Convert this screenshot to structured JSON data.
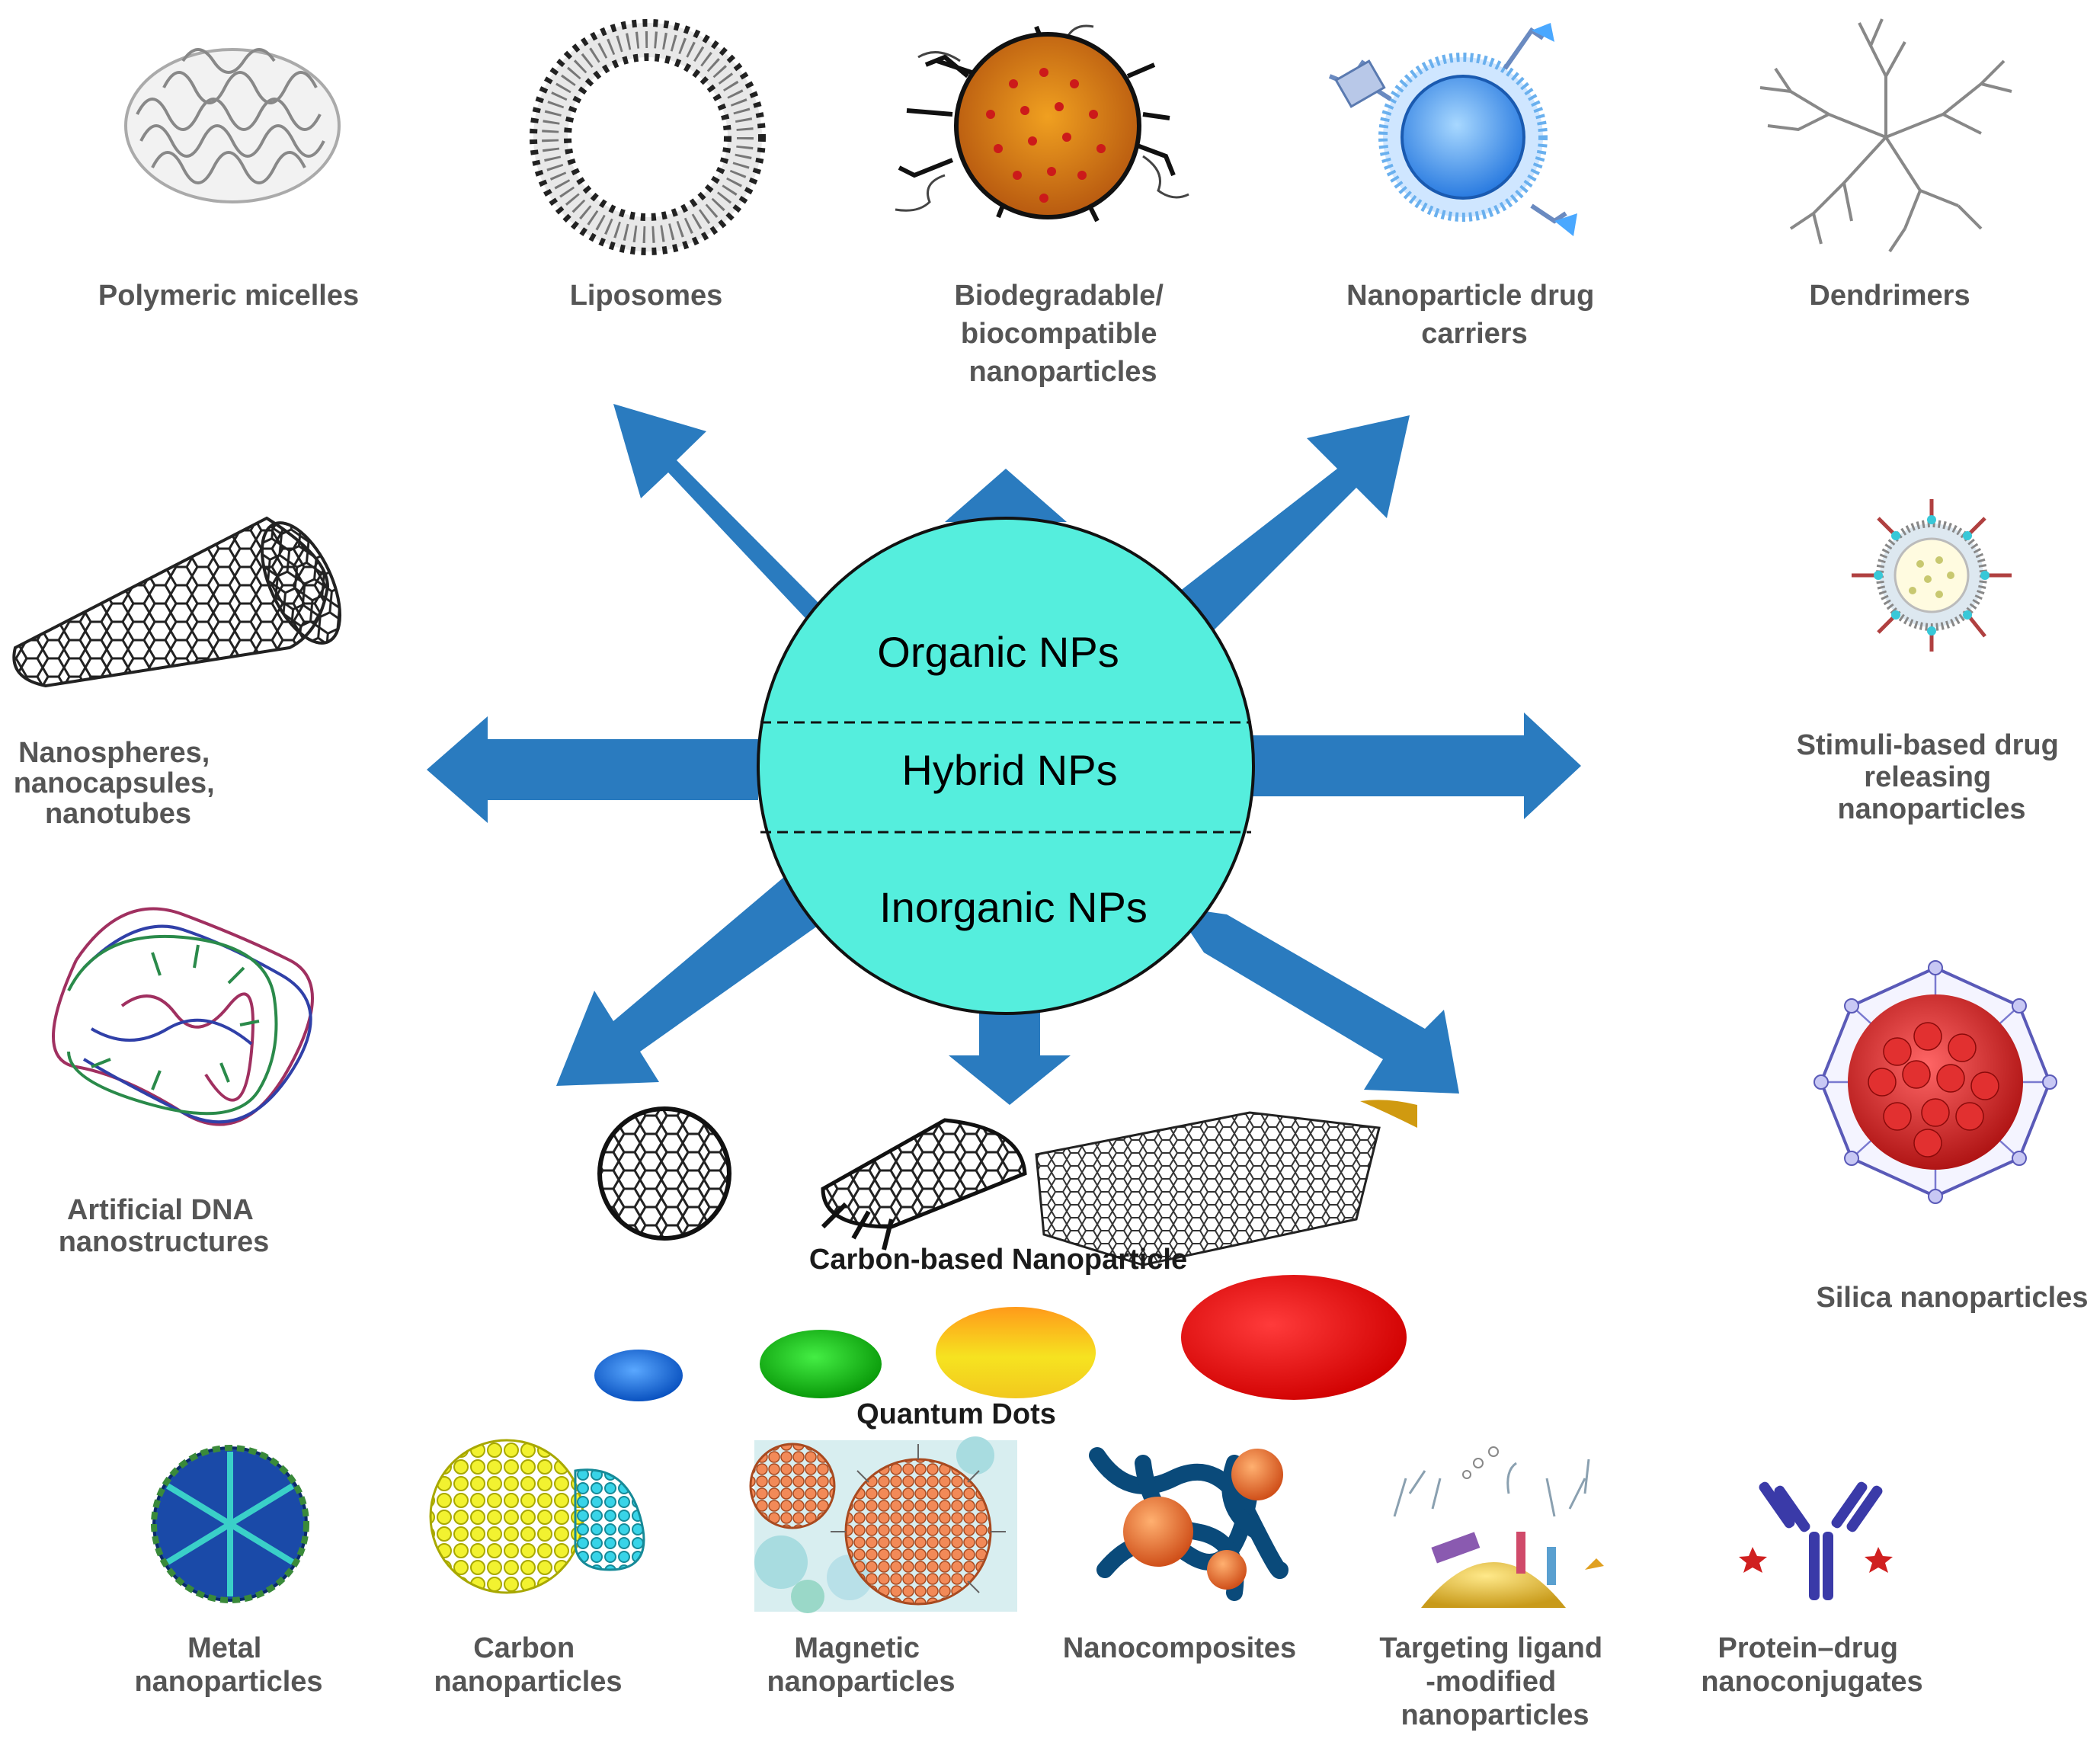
{
  "center": {
    "lines": [
      "Organic NPs",
      "Hybrid NPs",
      "Inorganic NPs"
    ],
    "fill_color": "#55eedd"
  },
  "arrow_color": "#2a7bbf",
  "labels": {
    "polymeric_micelles": "Polymeric micelles",
    "liposomes": "Liposomes",
    "biodegradable": [
      "Biodegradable/",
      "biocompatible",
      "nanoparticles"
    ],
    "nanoparticle_drug_carriers": [
      "Nanoparticle drug",
      "carriers"
    ],
    "dendrimers": "Dendrimers",
    "nanospheres": [
      "Nanospheres,",
      "nanocapsules,",
      "nanotubes"
    ],
    "stimuli_based": [
      "Stimuli-based drug",
      "releasing",
      "nanoparticles"
    ],
    "artificial_dna": [
      "Artificial DNA",
      "nanostructures"
    ],
    "silica": "Silica nanoparticles",
    "carbon_based": "Carbon-based Nanoparticle",
    "quantum_dots": "Quantum Dots",
    "metal": [
      "Metal",
      "nanoparticles"
    ],
    "carbon": [
      "Carbon",
      "nanoparticles"
    ],
    "magnetic": [
      "Magnetic",
      "nanoparticles"
    ],
    "nanocomposites": "Nanocomposites",
    "targeting": [
      "Targeting ligand",
      "-modified",
      "nanoparticles"
    ],
    "protein_drug": [
      "Protein–drug",
      "nanoconjugates"
    ]
  },
  "quantum_dot_colors": [
    "#1e6fd9",
    "#22cc22",
    "#f2d21e",
    "#ee1111"
  ],
  "icons": {
    "polymeric_micelles": "micelle-icon",
    "liposomes": "liposome-icon",
    "biodegradable": "biodegradable-np-icon",
    "drug_carriers": "drug-carrier-icon",
    "dendrimers": "dendrimer-icon",
    "nanotube": "nanotube-icon",
    "stimuli": "stimuli-np-icon",
    "dna": "dna-nanostructure-icon",
    "silica": "silica-np-icon",
    "fullerene": "fullerene-icon",
    "graphene": "graphene-sheet-icon",
    "metal": "metal-np-icon",
    "carbon": "carbon-np-icon",
    "magnetic": "magnetic-np-icon",
    "nanocomposite": "nanocomposite-icon",
    "targeting": "targeting-ligand-icon",
    "antibody": "antibody-icon"
  }
}
